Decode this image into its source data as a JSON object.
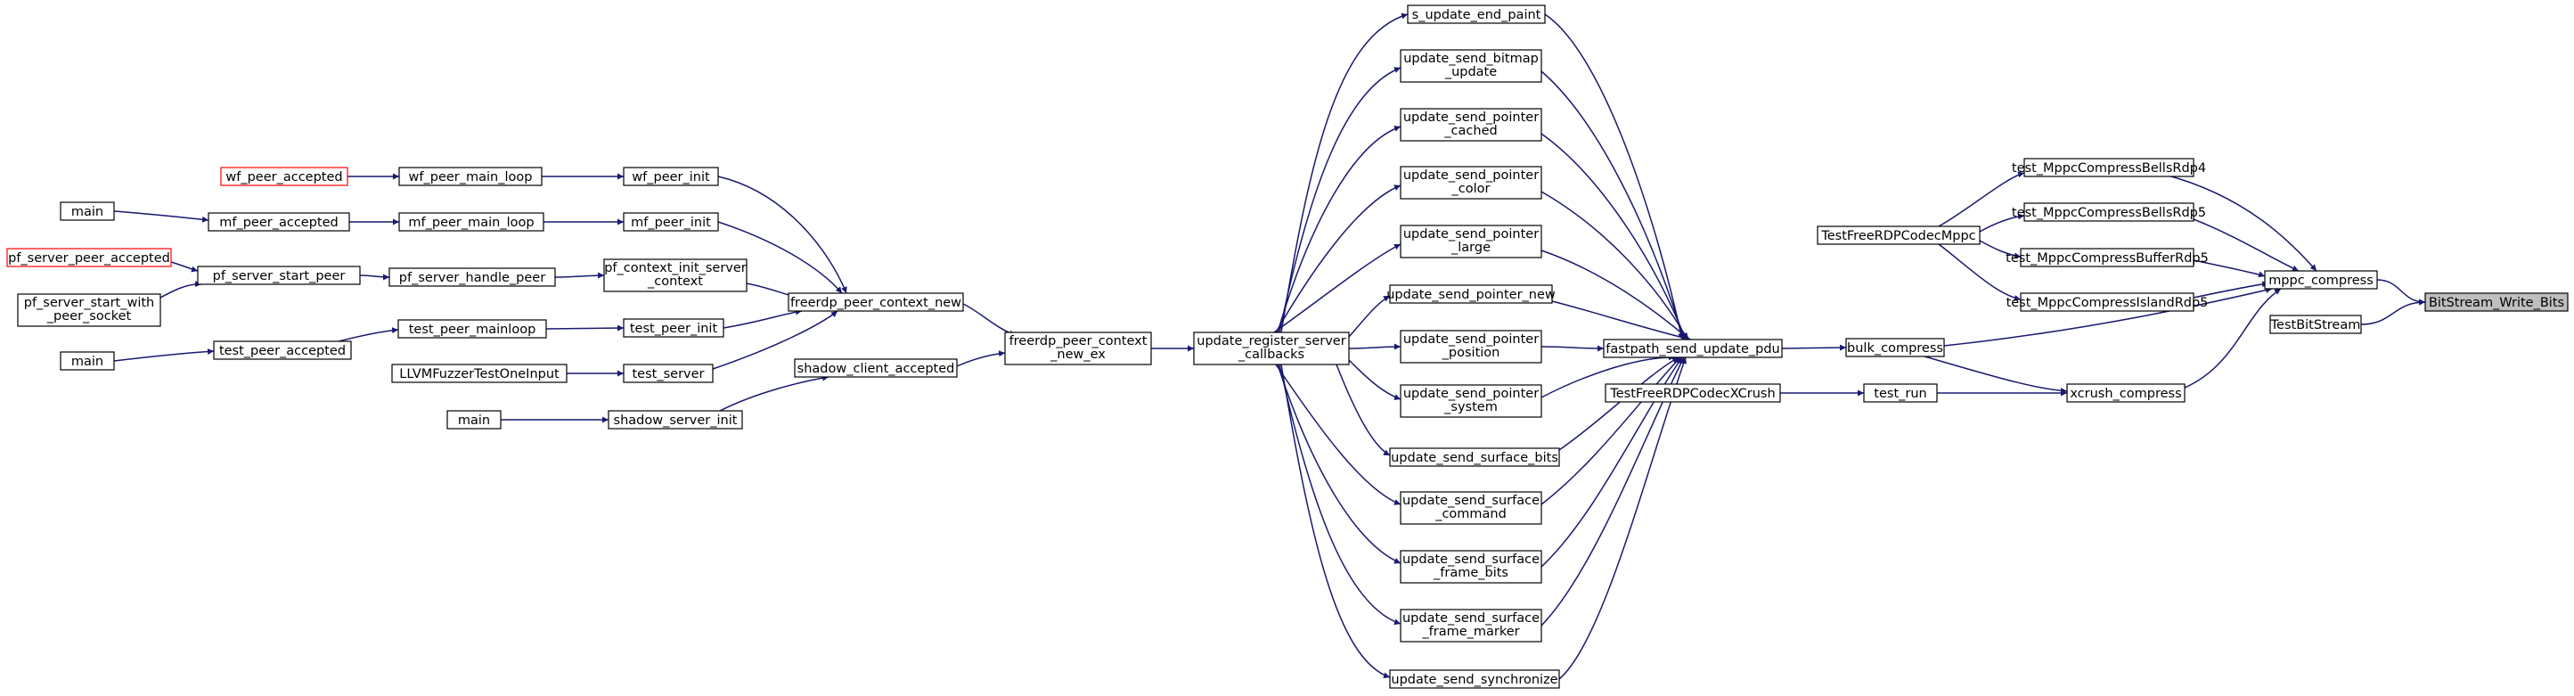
{
  "colors": {
    "edge": "#191970",
    "node_border": "#000000",
    "unresolved_border": "#ff0000",
    "target_fill": "#bfbfbf",
    "background": "#ffffff"
  },
  "nodes": {
    "wf_peer_accepted": [
      "wf_peer_accepted"
    ],
    "main1": [
      "main"
    ],
    "pf_server_peer_accepted": [
      "pf_server_peer_accepted"
    ],
    "pf_server_start_with_peer_socket": [
      "pf_server_start_with",
      "_peer_socket"
    ],
    "main2": [
      "main"
    ],
    "wf_peer_main_loop": [
      "wf_peer_main_loop"
    ],
    "mf_peer_accepted": [
      "mf_peer_accepted"
    ],
    "pf_server_start_peer": [
      "pf_server_start_peer"
    ],
    "test_peer_accepted": [
      "test_peer_accepted"
    ],
    "mf_peer_main_loop": [
      "mf_peer_main_loop"
    ],
    "pf_server_handle_peer": [
      "pf_server_handle_peer"
    ],
    "test_peer_mainloop": [
      "test_peer_mainloop"
    ],
    "LLVMFuzzerTestOneInput": [
      "LLVMFuzzerTestOneInput"
    ],
    "main3": [
      "main"
    ],
    "wf_peer_init": [
      "wf_peer_init"
    ],
    "mf_peer_init": [
      "mf_peer_init"
    ],
    "pf_context_init_server_context": [
      "pf_context_init_server",
      "_context"
    ],
    "test_peer_init": [
      "test_peer_init"
    ],
    "test_server": [
      "test_server"
    ],
    "shadow_server_init": [
      "shadow_server_init"
    ],
    "freerdp_peer_context_new": [
      "freerdp_peer_context_new"
    ],
    "shadow_client_accepted": [
      "shadow_client_accepted"
    ],
    "freerdp_peer_context_new_ex": [
      "freerdp_peer_context",
      "_new_ex"
    ],
    "update_register_server_callbacks": [
      "update_register_server",
      "_callbacks"
    ],
    "s_update_end_paint": [
      "s_update_end_paint"
    ],
    "update_send_bitmap_update": [
      "update_send_bitmap",
      "_update"
    ],
    "update_send_pointer_cached": [
      "update_send_pointer",
      "_cached"
    ],
    "update_send_pointer_color": [
      "update_send_pointer",
      "_color"
    ],
    "update_send_pointer_large": [
      "update_send_pointer",
      "_large"
    ],
    "update_send_pointer_new": [
      "update_send_pointer_new"
    ],
    "update_send_pointer_position": [
      "update_send_pointer",
      "_position"
    ],
    "update_send_pointer_system": [
      "update_send_pointer",
      "_system"
    ],
    "update_send_surface_bits": [
      "update_send_surface_bits"
    ],
    "update_send_surface_command": [
      "update_send_surface",
      "_command"
    ],
    "update_send_surface_frame_bits": [
      "update_send_surface",
      "_frame_bits"
    ],
    "update_send_surface_frame_marker": [
      "update_send_surface",
      "_frame_marker"
    ],
    "update_send_synchronize": [
      "update_send_synchronize"
    ],
    "fastpath_send_update_pdu": [
      "fastpath_send_update_pdu"
    ],
    "TestFreeRDPCodecXCrush": [
      "TestFreeRDPCodecXCrush"
    ],
    "bulk_compress": [
      "bulk_compress"
    ],
    "test_run": [
      "test_run"
    ],
    "TestFreeRDPCodecMppc": [
      "TestFreeRDPCodecMppc"
    ],
    "test_MppcCompressBellsRdp4": [
      "test_MppcCompressBellsRdp4"
    ],
    "test_MppcCompressBellsRdp5": [
      "test_MppcCompressBellsRdp5"
    ],
    "test_MppcCompressBufferRdp5": [
      "test_MppcCompressBufferRdp5"
    ],
    "test_MppcCompressIslandRdp5": [
      "test_MppcCompressIslandRdp5"
    ],
    "xcrush_compress": [
      "xcrush_compress"
    ],
    "TestBitStream": [
      "TestBitStream"
    ],
    "mppc_compress": [
      "mppc_compress"
    ],
    "BitStream_Write_Bits": [
      "BitStream_Write_Bits"
    ]
  },
  "unresolved_nodes": [
    "wf_peer_accepted",
    "pf_server_peer_accepted"
  ],
  "target_node": "BitStream_Write_Bits",
  "edges": [
    [
      "wf_peer_accepted",
      "wf_peer_main_loop"
    ],
    [
      "wf_peer_main_loop",
      "wf_peer_init"
    ],
    [
      "wf_peer_init",
      "freerdp_peer_context_new"
    ],
    [
      "main1",
      "mf_peer_accepted"
    ],
    [
      "mf_peer_accepted",
      "mf_peer_main_loop"
    ],
    [
      "mf_peer_main_loop",
      "mf_peer_init"
    ],
    [
      "mf_peer_init",
      "freerdp_peer_context_new"
    ],
    [
      "pf_server_peer_accepted",
      "pf_server_start_peer"
    ],
    [
      "pf_server_start_with_peer_socket",
      "pf_server_start_peer"
    ],
    [
      "pf_server_start_peer",
      "pf_server_handle_peer"
    ],
    [
      "pf_server_handle_peer",
      "pf_context_init_server_context"
    ],
    [
      "pf_context_init_server_context",
      "freerdp_peer_context_new"
    ],
    [
      "main2",
      "test_peer_accepted"
    ],
    [
      "test_peer_accepted",
      "test_peer_mainloop"
    ],
    [
      "test_peer_mainloop",
      "test_peer_init"
    ],
    [
      "test_peer_init",
      "freerdp_peer_context_new"
    ],
    [
      "LLVMFuzzerTestOneInput",
      "test_server"
    ],
    [
      "test_server",
      "freerdp_peer_context_new"
    ],
    [
      "main3",
      "shadow_server_init"
    ],
    [
      "shadow_server_init",
      "shadow_client_accepted"
    ],
    [
      "freerdp_peer_context_new",
      "freerdp_peer_context_new_ex"
    ],
    [
      "shadow_client_accepted",
      "freerdp_peer_context_new_ex"
    ],
    [
      "freerdp_peer_context_new_ex",
      "update_register_server_callbacks"
    ],
    [
      "update_register_server_callbacks",
      "s_update_end_paint"
    ],
    [
      "update_register_server_callbacks",
      "update_send_bitmap_update"
    ],
    [
      "update_register_server_callbacks",
      "update_send_pointer_cached"
    ],
    [
      "update_register_server_callbacks",
      "update_send_pointer_color"
    ],
    [
      "update_register_server_callbacks",
      "update_send_pointer_large"
    ],
    [
      "update_register_server_callbacks",
      "update_send_pointer_new"
    ],
    [
      "update_register_server_callbacks",
      "update_send_pointer_position"
    ],
    [
      "update_register_server_callbacks",
      "update_send_pointer_system"
    ],
    [
      "update_register_server_callbacks",
      "update_send_surface_bits"
    ],
    [
      "update_register_server_callbacks",
      "update_send_surface_command"
    ],
    [
      "update_register_server_callbacks",
      "update_send_surface_frame_bits"
    ],
    [
      "update_register_server_callbacks",
      "update_send_surface_frame_marker"
    ],
    [
      "update_register_server_callbacks",
      "update_send_synchronize"
    ],
    [
      "s_update_end_paint",
      "fastpath_send_update_pdu"
    ],
    [
      "update_send_bitmap_update",
      "fastpath_send_update_pdu"
    ],
    [
      "update_send_pointer_cached",
      "fastpath_send_update_pdu"
    ],
    [
      "update_send_pointer_color",
      "fastpath_send_update_pdu"
    ],
    [
      "update_send_pointer_large",
      "fastpath_send_update_pdu"
    ],
    [
      "update_send_pointer_new",
      "fastpath_send_update_pdu"
    ],
    [
      "update_send_pointer_position",
      "fastpath_send_update_pdu"
    ],
    [
      "update_send_pointer_system",
      "fastpath_send_update_pdu"
    ],
    [
      "update_send_surface_bits",
      "fastpath_send_update_pdu"
    ],
    [
      "update_send_surface_command",
      "fastpath_send_update_pdu"
    ],
    [
      "update_send_surface_frame_bits",
      "fastpath_send_update_pdu"
    ],
    [
      "update_send_surface_frame_marker",
      "fastpath_send_update_pdu"
    ],
    [
      "update_send_synchronize",
      "fastpath_send_update_pdu"
    ],
    [
      "fastpath_send_update_pdu",
      "bulk_compress"
    ],
    [
      "bulk_compress",
      "mppc_compress"
    ],
    [
      "bulk_compress",
      "xcrush_compress"
    ],
    [
      "TestFreeRDPCodecXCrush",
      "test_run"
    ],
    [
      "test_run",
      "xcrush_compress"
    ],
    [
      "TestFreeRDPCodecMppc",
      "test_MppcCompressBellsRdp4"
    ],
    [
      "TestFreeRDPCodecMppc",
      "test_MppcCompressBellsRdp5"
    ],
    [
      "TestFreeRDPCodecMppc",
      "test_MppcCompressBufferRdp5"
    ],
    [
      "TestFreeRDPCodecMppc",
      "test_MppcCompressIslandRdp5"
    ],
    [
      "test_MppcCompressBellsRdp4",
      "mppc_compress"
    ],
    [
      "test_MppcCompressBellsRdp5",
      "mppc_compress"
    ],
    [
      "test_MppcCompressBufferRdp5",
      "mppc_compress"
    ],
    [
      "test_MppcCompressIslandRdp5",
      "mppc_compress"
    ],
    [
      "xcrush_compress",
      "mppc_compress"
    ],
    [
      "mppc_compress",
      "BitStream_Write_Bits"
    ],
    [
      "TestBitStream",
      "BitStream_Write_Bits"
    ]
  ]
}
